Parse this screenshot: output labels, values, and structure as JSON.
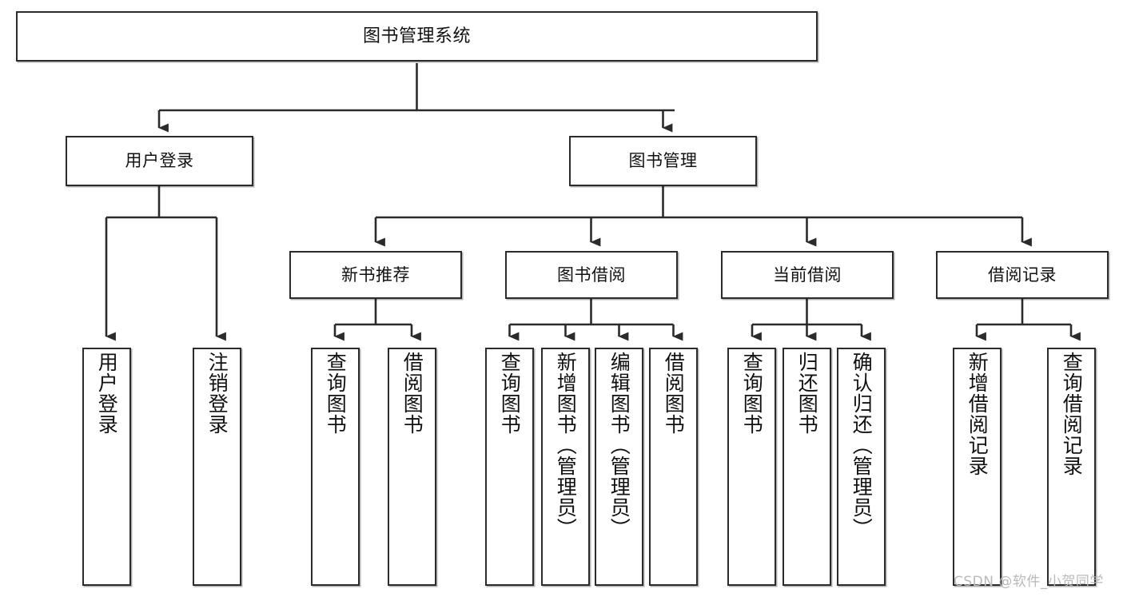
{
  "diagram": {
    "title": "图书管理系统",
    "type": "hierarchy-tree",
    "root": {
      "label": "图书管理系统"
    },
    "level2": [
      {
        "label": "用户登录"
      },
      {
        "label": "图书管理"
      }
    ],
    "level3": [
      {
        "label": "新书推荐"
      },
      {
        "label": "图书借阅"
      },
      {
        "label": "当前借阅"
      },
      {
        "label": "借阅记录"
      }
    ],
    "leaves": {
      "user_login": [
        {
          "label": "用户登录"
        },
        {
          "label": "注销登录"
        }
      ],
      "new_book_recommend": [
        {
          "label": "查询图书"
        },
        {
          "label": "借阅图书"
        }
      ],
      "book_borrow": [
        {
          "label": "查询图书"
        },
        {
          "label": "新增图书（管理员）"
        },
        {
          "label": "编辑图书（管理员）"
        },
        {
          "label": "借阅图书"
        }
      ],
      "current_borrow": [
        {
          "label": "查询图书"
        },
        {
          "label": "归还图书"
        },
        {
          "label": "确认归还（管理员）"
        }
      ],
      "borrow_record": [
        {
          "label": "新增借阅记录"
        },
        {
          "label": "查询借阅记录"
        }
      ]
    }
  },
  "watermark": {
    "text": "CSDN @软件_小贺同学"
  },
  "colors": {
    "stroke": "#2b2b2b",
    "fill": "#ffffff",
    "text": "#111111",
    "watermark": "#b9b9b9"
  }
}
